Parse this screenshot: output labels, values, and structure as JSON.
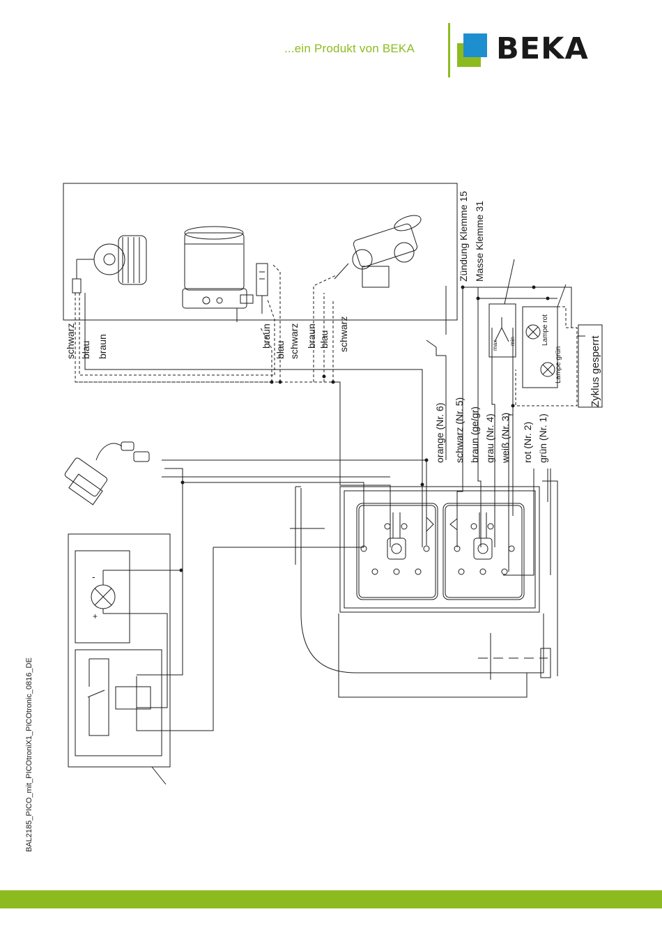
{
  "header": {
    "tagline": "...ein Produkt von BEKA",
    "logo_text": "BEKA",
    "brand_colors": {
      "blue": "#1d8fcf",
      "green": "#8dbb1f"
    }
  },
  "document": {
    "id": "BAL2185_PICO_mit_PICOtroniX1_PICOtronic_0816_DE"
  },
  "diagram": {
    "left_wire_labels": [
      "schwarz",
      "blau",
      "braun"
    ],
    "middle_wire_labels": [
      "braun",
      "blau",
      "schwarz",
      "braun",
      "blau",
      "schwarz"
    ],
    "supply_labels": [
      "Zündung Klemme 15",
      "Masse Klemme 31"
    ],
    "cable_labels": [
      "orange (Nr. 6)",
      "schwarz (Nr. 5)",
      "braun (ge/gr)",
      "grau (Nr. 4)",
      "weiß (Nr. 3)",
      "rot (Nr. 2)",
      "grün (Nr. 1)"
    ],
    "lamp_labels": [
      "Lampe rot",
      "Lampe grün"
    ],
    "level_labels": [
      "max",
      "min"
    ],
    "cycle_label": "Zyklus gesperrt",
    "lamp_signs": [
      "-",
      "+"
    ]
  }
}
